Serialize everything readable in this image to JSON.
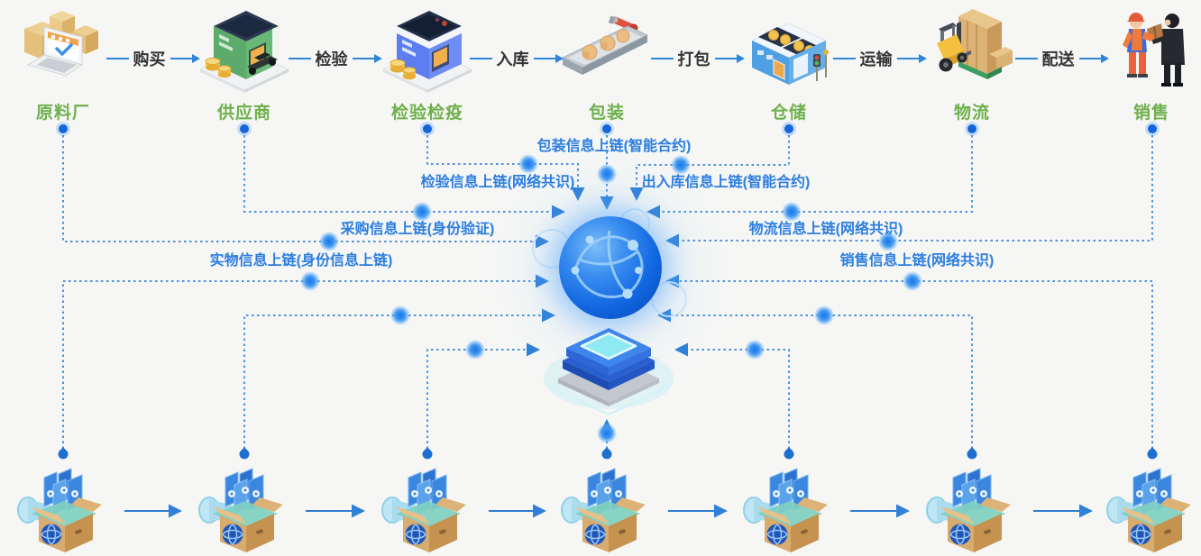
{
  "diagram": {
    "stages": [
      {
        "label": "原料厂",
        "icon": "raw-material-factory-icon"
      },
      {
        "label": "供应商",
        "icon": "supplier-building-icon"
      },
      {
        "label": "检验检疫",
        "icon": "inspection-building-icon"
      },
      {
        "label": "包装",
        "icon": "packaging-conveyor-icon"
      },
      {
        "label": "仓储",
        "icon": "warehouse-building-icon"
      },
      {
        "label": "物流",
        "icon": "logistics-forklift-icon"
      },
      {
        "label": "销售",
        "icon": "sales-handover-icon"
      }
    ],
    "flow_labels": [
      {
        "label": "购买"
      },
      {
        "label": "检验"
      },
      {
        "label": "入库"
      },
      {
        "label": "打包"
      },
      {
        "label": "运输"
      },
      {
        "label": "配送"
      }
    ],
    "chain_labels": [
      {
        "id": "packaging",
        "text": "包装信息上链(智能合约)"
      },
      {
        "id": "inspection",
        "text": "检验信息上链(网络共识)"
      },
      {
        "id": "warehouse-in-out",
        "text": "出入库信息上链(智能合约)"
      },
      {
        "id": "procurement",
        "text": "采购信息上链(身份验证)"
      },
      {
        "id": "logistics",
        "text": "物流信息上链(网络共识)"
      },
      {
        "id": "physical",
        "text": "实物信息上链(身份信息上链)"
      },
      {
        "id": "sales",
        "text": "销售信息上链(网络共识)"
      }
    ],
    "center": {
      "globe_icon": "blockchain-network-globe",
      "chip_icon": "blockchain-ledger-chip"
    },
    "bottom_boxes": {
      "count": 7,
      "icon": "blockchain-product-box-icon"
    },
    "colors": {
      "stage_label_green": "#6fb04c",
      "flow_text_dark": "#333333",
      "dotted_line_blue": "#4a90e2",
      "chain_label_blue": "#2b7de0",
      "globe_blue": "#1266e0",
      "chip_cyan": "#8fe9f2"
    }
  }
}
